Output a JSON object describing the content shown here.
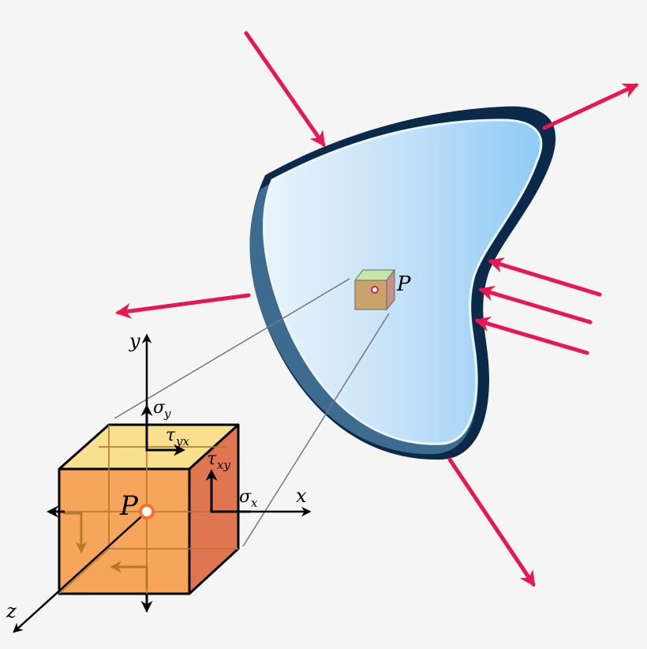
{
  "labels": {
    "point_large": "P",
    "point_small": "P",
    "axis_x": "x",
    "axis_y": "y",
    "axis_z": "z",
    "sigma_x_main": "σ",
    "sigma_x_sub": "x",
    "sigma_y_main": "σ",
    "sigma_y_sub": "y",
    "tau_yx_main": "τ",
    "tau_yx_sub": "yx",
    "tau_xy_main": "τ",
    "tau_xy_sub": "xy"
  },
  "colors": {
    "background": "#f5f5f5",
    "force_arrow": "#e8174f",
    "body_dark": "#0b2a4a",
    "body_edge": "#3e6c91",
    "body_fill_left": "#e6f1fa",
    "body_fill_right": "#8fcaf5",
    "cube_front": "#f5a65a",
    "cube_top": "#f8e08e",
    "cube_side": "#e07552",
    "shear_arrow": "#b8762b",
    "point_marker": "#f2742a"
  }
}
